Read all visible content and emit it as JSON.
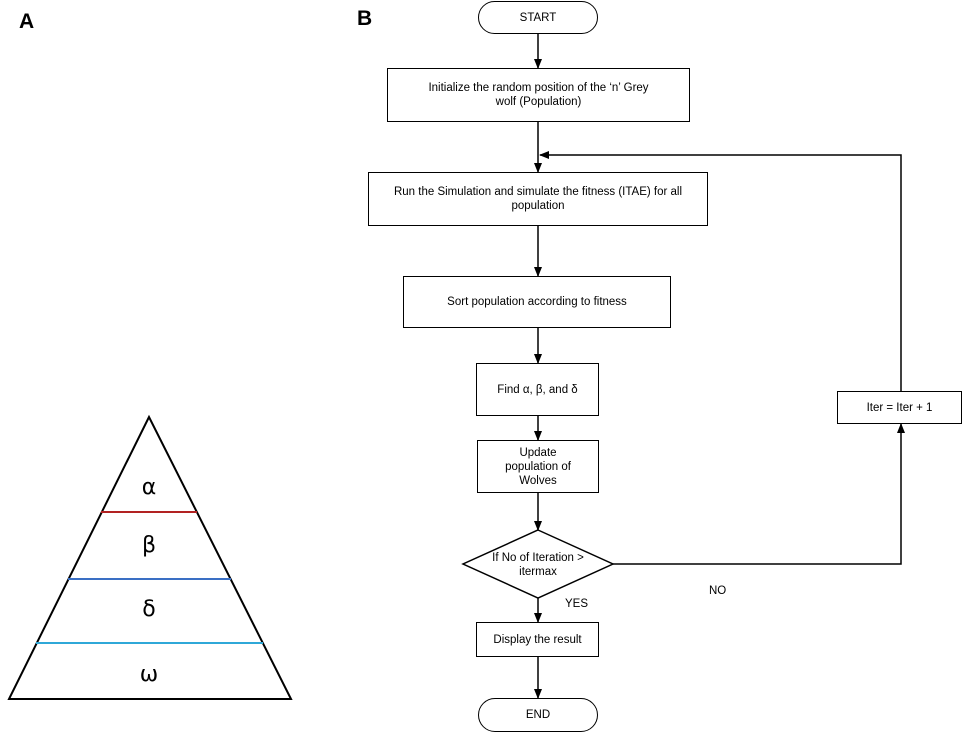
{
  "panels": {
    "a": "A",
    "b": "B"
  },
  "pyramid": {
    "levels": [
      "α",
      "β",
      "δ",
      "ω"
    ],
    "line_colors": [
      "#b22222",
      "#3a6fc4",
      "#2fa8d8"
    ]
  },
  "flowchart": {
    "start": "START",
    "init": "Initialize the random position of the ‘n’ Grey wolf (Population)",
    "simulate": "Run the Simulation and simulate the fitness (ITAE) for all population",
    "sort": "Sort population according to fitness",
    "find": "Find α, β, and δ",
    "update": "Update population of Wolves",
    "decision_line1": "If No of Iteration >",
    "decision_line2": "itermax",
    "yes": "YES",
    "no": "NO",
    "display": "Display the result",
    "end": "END",
    "iter": "Iter = Iter + 1"
  }
}
